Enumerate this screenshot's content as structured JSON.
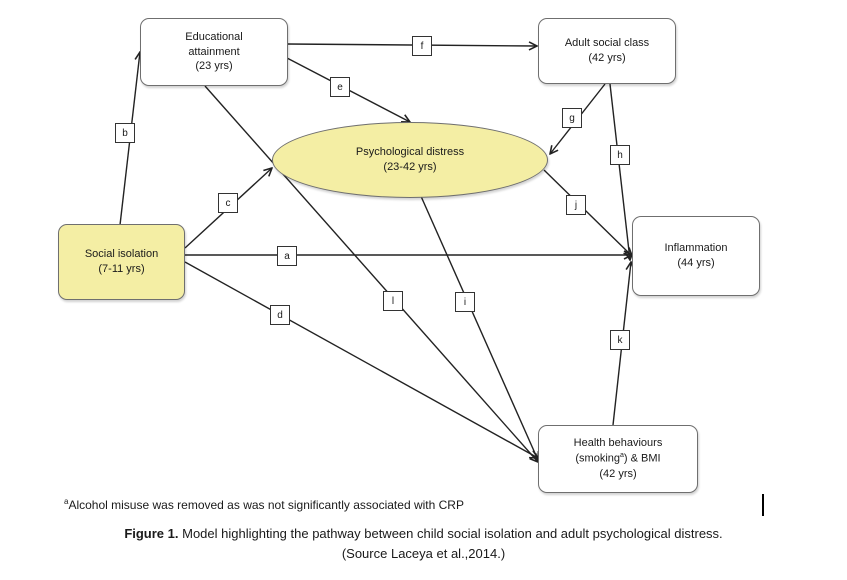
{
  "nodes": {
    "educational_attainment": {
      "line1": "Educational",
      "line2": "attainment",
      "line3": "(23 yrs)"
    },
    "adult_social_class": {
      "line1": "Adult social class",
      "line2": "(42 yrs)"
    },
    "psychological_distress": {
      "line1": "Psychological distress",
      "line2": "(23-42 yrs)"
    },
    "social_isolation": {
      "line1": "Social isolation",
      "line2": "(7-11 yrs)"
    },
    "inflammation": {
      "line1": "Inflammation",
      "line2": "(44 yrs)"
    },
    "health_behaviours": {
      "line1": "Health behaviours",
      "line2_main": "(smoking",
      "line2_sup": "a",
      "line2_tail": ") & BMI",
      "line3": "(42 yrs)"
    }
  },
  "paths": {
    "a": "a",
    "b": "b",
    "c": "c",
    "d": "d",
    "e": "e",
    "f": "f",
    "g": "g",
    "h": "h",
    "i": "i",
    "j": "j",
    "k": "k",
    "l": "l"
  },
  "colors": {
    "highlight": "#f4eea4",
    "line": "#222222",
    "border": "#6f6f6f"
  },
  "footnote": {
    "marker": "a",
    "text": "Alcohol misuse was removed as was not significantly associated with CRP"
  },
  "caption": {
    "label": "Figure 1.",
    "text": " Model highlighting the pathway between child social isolation and adult psychological distress.",
    "source": "(Source Laceya et al.,2014.)"
  }
}
